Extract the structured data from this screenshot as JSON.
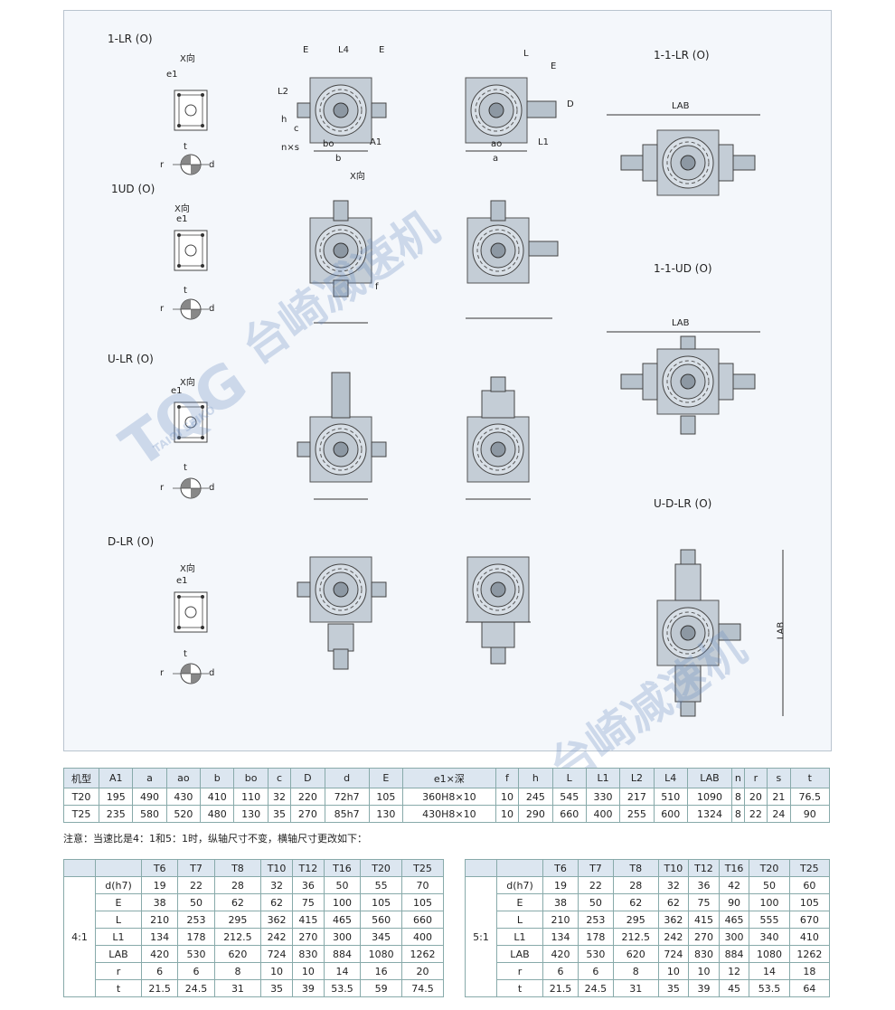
{
  "views": {
    "lr": {
      "title": "1-LR (O)",
      "x": "X向",
      "e1": "e1",
      "t": "t",
      "r": "r",
      "d": "d"
    },
    "ud": {
      "title": "1UD (O)",
      "x": "X向",
      "e1": "e1",
      "t": "t",
      "r": "r",
      "d": "d"
    },
    "ulr": {
      "title": "U-LR (O)",
      "x": "X向",
      "e1": "e1",
      "t": "t",
      "r": "r",
      "d": "d"
    },
    "dlr": {
      "title": "D-LR (O)",
      "x": "X向",
      "e1": "e1",
      "t": "t",
      "r": "r",
      "d": "d"
    },
    "r11lr": {
      "title": "1-1-LR (O)",
      "lab": "LAB"
    },
    "r11ud": {
      "title": "1-1-UD (O)",
      "lab": "LAB"
    },
    "udlr": {
      "title": "U-D-LR (O)",
      "lab": "LAB"
    }
  },
  "dims": {
    "E": "E",
    "L4": "L4",
    "L2": "L2",
    "h": "h",
    "c": "c",
    "ns": "n×s",
    "bo": "bo",
    "A1": "A1",
    "b": "b",
    "xdir": "X向",
    "L": "L",
    "D": "D",
    "ao": "ao",
    "a": "a",
    "L1": "L1",
    "f": "f"
  },
  "watermark": {
    "brand": "TQG",
    "sub": "TAIQI SEIKO",
    "cn": "台崎减速机"
  },
  "main_table": {
    "headers": [
      "机型",
      "A1",
      "a",
      "ao",
      "b",
      "bo",
      "c",
      "D",
      "d",
      "E",
      "e1×深",
      "f",
      "h",
      "L",
      "L1",
      "L2",
      "L4",
      "LAB",
      "n",
      "r",
      "s",
      "t"
    ],
    "rows": [
      [
        "T20",
        "195",
        "490",
        "430",
        "410",
        "110",
        "32",
        "220",
        "72h7",
        "105",
        "360H8×10",
        "10",
        "245",
        "545",
        "330",
        "217",
        "510",
        "1090",
        "8",
        "20",
        "21",
        "76.5"
      ],
      [
        "T25",
        "235",
        "580",
        "520",
        "480",
        "130",
        "35",
        "270",
        "85h7",
        "130",
        "430H8×10",
        "10",
        "290",
        "660",
        "400",
        "255",
        "600",
        "1324",
        "8",
        "22",
        "24",
        "90"
      ]
    ]
  },
  "note": "注意：当速比是4：1和5：1时，纵轴尺寸不变，横轴尺寸更改如下：",
  "ratio_4": {
    "ratio": "4:1",
    "headers": [
      "T6",
      "T7",
      "T8",
      "T10",
      "T12",
      "T16",
      "T20",
      "T25"
    ],
    "rows": [
      [
        "d(h7)",
        "19",
        "22",
        "28",
        "32",
        "36",
        "50",
        "55",
        "70"
      ],
      [
        "E",
        "38",
        "50",
        "62",
        "62",
        "75",
        "100",
        "105",
        "105"
      ],
      [
        "L",
        "210",
        "253",
        "295",
        "362",
        "415",
        "465",
        "560",
        "660"
      ],
      [
        "L1",
        "134",
        "178",
        "212.5",
        "242",
        "270",
        "300",
        "345",
        "400"
      ],
      [
        "LAB",
        "420",
        "530",
        "620",
        "724",
        "830",
        "884",
        "1080",
        "1262"
      ],
      [
        "r",
        "6",
        "6",
        "8",
        "10",
        "10",
        "14",
        "16",
        "20"
      ],
      [
        "t",
        "21.5",
        "24.5",
        "31",
        "35",
        "39",
        "53.5",
        "59",
        "74.5"
      ]
    ]
  },
  "ratio_5": {
    "ratio": "5:1",
    "headers": [
      "T6",
      "T7",
      "T8",
      "T10",
      "T12",
      "T16",
      "T20",
      "T25"
    ],
    "rows": [
      [
        "d(h7)",
        "19",
        "22",
        "28",
        "32",
        "36",
        "42",
        "50",
        "60"
      ],
      [
        "E",
        "38",
        "50",
        "62",
        "62",
        "75",
        "90",
        "100",
        "105"
      ],
      [
        "L",
        "210",
        "253",
        "295",
        "362",
        "415",
        "465",
        "555",
        "670"
      ],
      [
        "L1",
        "134",
        "178",
        "212.5",
        "242",
        "270",
        "300",
        "340",
        "410"
      ],
      [
        "LAB",
        "420",
        "530",
        "620",
        "724",
        "830",
        "884",
        "1080",
        "1262"
      ],
      [
        "r",
        "6",
        "6",
        "8",
        "10",
        "10",
        "12",
        "14",
        "18"
      ],
      [
        "t",
        "21.5",
        "24.5",
        "31",
        "35",
        "39",
        "45",
        "53.5",
        "64"
      ]
    ]
  }
}
